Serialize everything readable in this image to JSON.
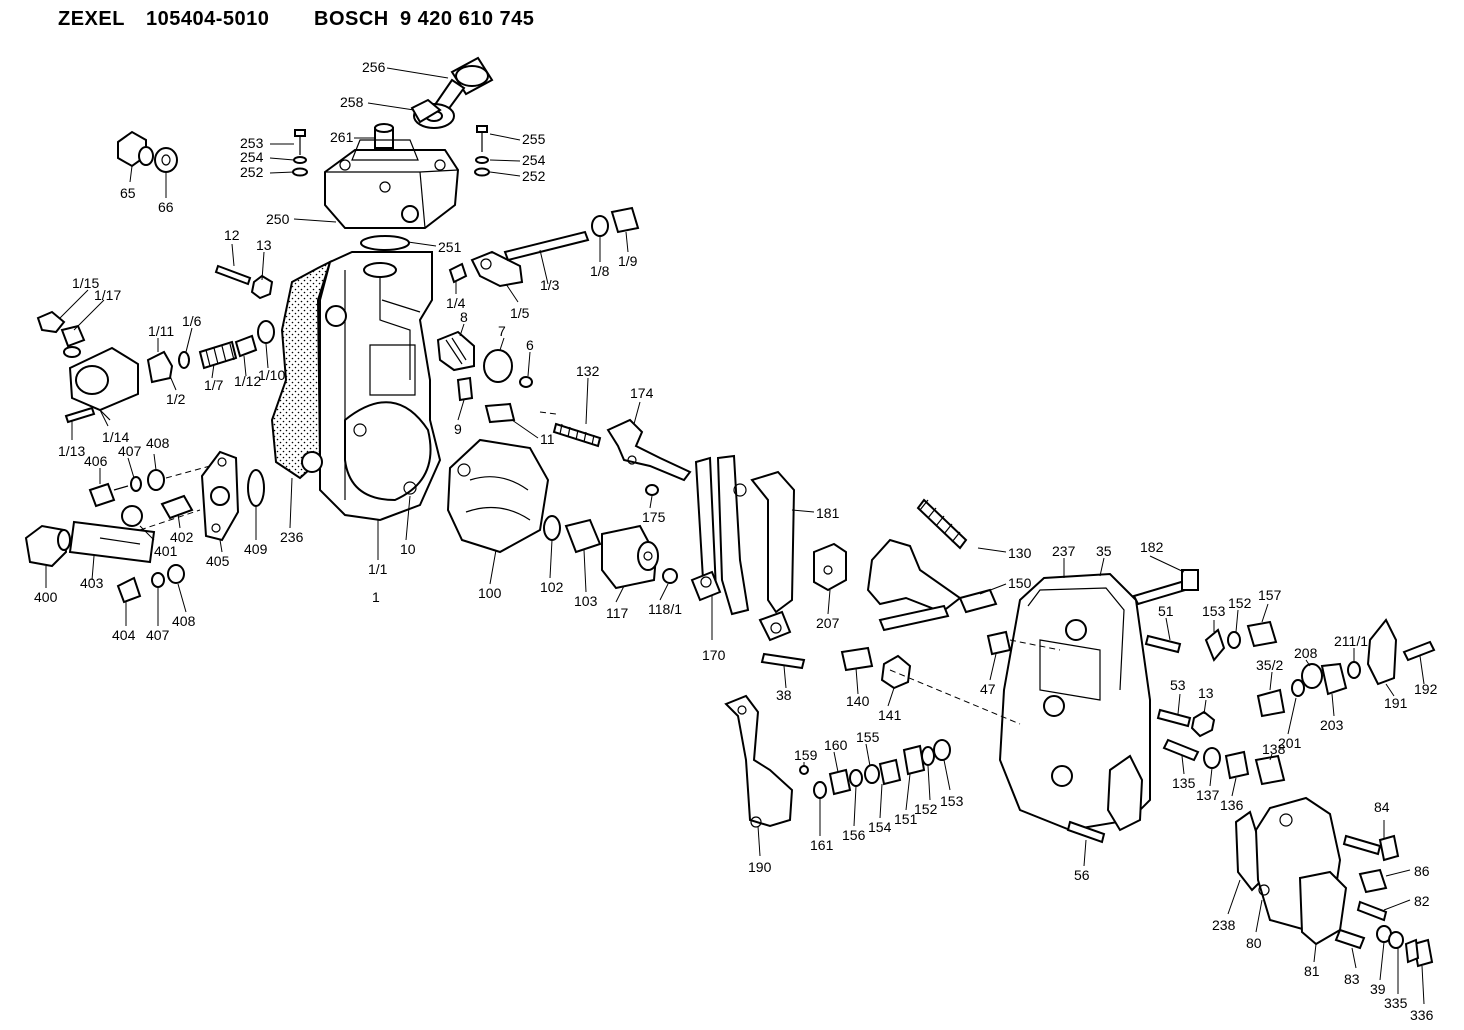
{
  "header": {
    "brand1": "ZEXEL",
    "part_no1": "105404-5010",
    "brand2": "BOSCH",
    "part_no2": "9 420 610 745"
  },
  "labels": {
    "l256": "256",
    "l258": "258",
    "l261": "261",
    "l253": "253",
    "l254a": "254",
    "l252a": "252",
    "l255": "255",
    "l254b": "254",
    "l252b": "252",
    "l250": "250",
    "l251": "251",
    "l65": "65",
    "l66": "66",
    "l12": "12",
    "l13a": "13",
    "l1_15": "1/15",
    "l1_17a": "1/17",
    "l1_11": "1/11",
    "l1_6": "1/6",
    "l1_2": "1/2",
    "l1_7": "1/7",
    "l1_12": "1/12",
    "l1_10": "1/10",
    "l1_13": "1/13",
    "l1_14": "1/14",
    "l1_4": "1/4",
    "l1_5": "1/5",
    "l1_3": "1/3",
    "l1_8": "1/8",
    "l1_9": "1/9",
    "l8": "8",
    "l7": "7",
    "l6": "6",
    "l9": "9",
    "l11": "11",
    "l408a": "408",
    "l407a": "407",
    "l406": "406",
    "l402": "402",
    "l401": "401",
    "l405": "405",
    "l409": "409",
    "l236": "236",
    "l1_1": "1/1",
    "l1": "1",
    "l10": "10",
    "l400": "400",
    "l403": "403",
    "l404": "404",
    "l407b": "407",
    "l408b": "408",
    "l132": "132",
    "l174": "174",
    "l175": "175",
    "l100": "100",
    "l102": "102",
    "l103": "103",
    "l117": "117",
    "l118_1": "118/1",
    "l170": "170",
    "l181": "181",
    "l207": "207",
    "l130": "130",
    "l150": "150",
    "l237": "237",
    "l35": "35",
    "l182": "182",
    "l38": "38",
    "l140": "140",
    "l141": "141",
    "l47": "47",
    "l51": "51",
    "l153a": "153",
    "l152a": "152",
    "l157": "157",
    "l35_2": "35/2",
    "l208": "208",
    "l211_1": "211/1",
    "l192": "192",
    "l191": "191",
    "l203": "203",
    "l201": "201",
    "l53": "53",
    "l13b": "13",
    "l135": "135",
    "l137": "137",
    "l136": "136",
    "l138": "138",
    "l159": "159",
    "l160": "160",
    "l155": "155",
    "l161": "161",
    "l156": "156",
    "l154": "154",
    "l151": "151",
    "l152b": "152",
    "l153b": "153",
    "l190": "190",
    "l56": "56",
    "l84": "84",
    "l86": "86",
    "l82": "82",
    "l238": "238",
    "l80": "80",
    "l81": "81",
    "l83": "83",
    "l39": "39",
    "l335": "335",
    "l336": "336"
  }
}
